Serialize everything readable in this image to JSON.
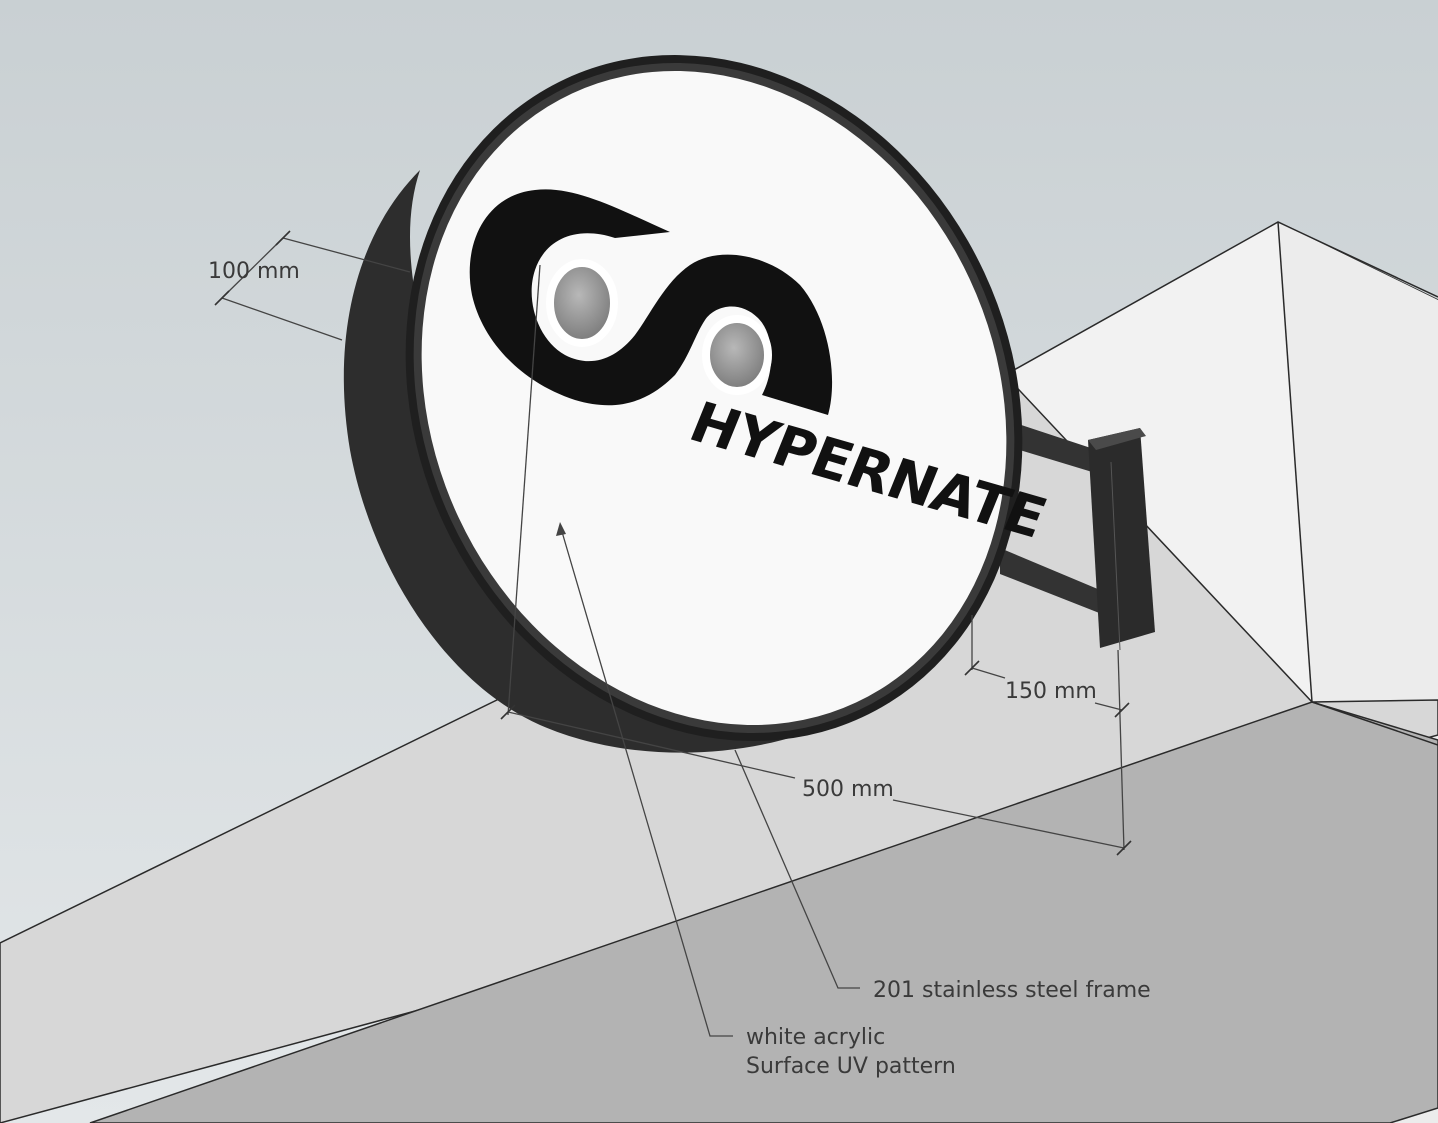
{
  "sign": {
    "brand_name": "HYPERNATE",
    "face_color": "#f9f9f9",
    "frame_color": "#2a2a2a"
  },
  "dimensions": {
    "depth": "100 mm",
    "bracket": "150 mm",
    "diameter": "500 mm"
  },
  "annotations": {
    "frame": "201 stainless steel frame",
    "face_line1": "white acrylic",
    "face_line2": "Surface UV pattern"
  },
  "icons": {
    "logo": "infinity-s-logo-icon"
  }
}
